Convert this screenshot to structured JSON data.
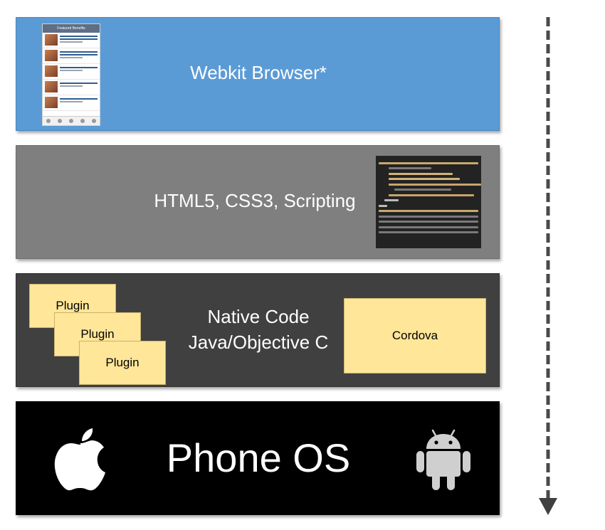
{
  "layers": {
    "webkit": {
      "title": "Webkit Browser*",
      "color": "#5b9bd5"
    },
    "html": {
      "title": "HTML5, CSS3, Scripting",
      "color": "#7f7f7f"
    },
    "native": {
      "title_line1": "Native Code",
      "title_line2": "Java/Objective C",
      "color": "#404040"
    },
    "os": {
      "title": "Phone OS",
      "color": "#000000"
    }
  },
  "phone_thumbnail": {
    "header": "Featured Benefits"
  },
  "plugins": [
    "Plugin",
    "Plugin",
    "Plugin"
  ],
  "cordova": {
    "label": "Cordova"
  },
  "icons": {
    "apple": "apple-icon",
    "android": "android-icon",
    "arrow": "dashed-down-arrow"
  },
  "note_color": "#ffe699"
}
